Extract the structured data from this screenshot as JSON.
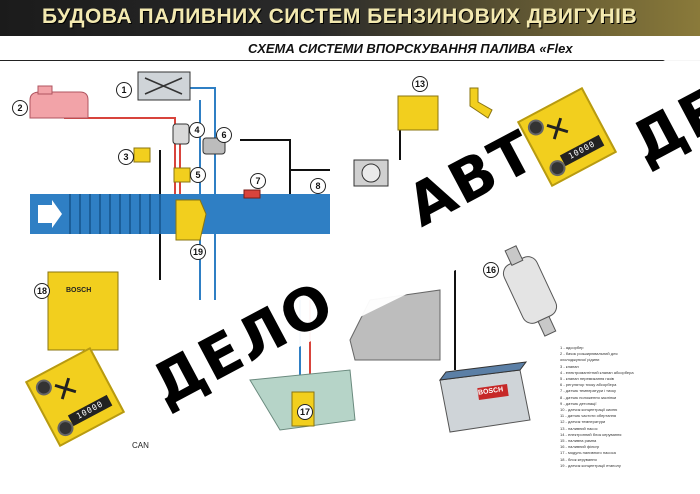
{
  "header": {
    "title": "БУДОВА ПАЛИВНИХ СИСТЕМ БЕНЗИНОВИХ ДВИГУНІВ",
    "subtitle": "СХЕМА СИСТЕМИ ВПОРСКУВАННЯ ПАЛИВА «Flex"
  },
  "component_numbers": [
    "1",
    "2",
    "3",
    "4",
    "5",
    "6",
    "7",
    "8",
    "13",
    "16",
    "17",
    "18",
    "19"
  ],
  "labels": {
    "bosch_ecu": "BOSCH",
    "bosch_battery": "BOSCH",
    "can": "CAN"
  },
  "legend": {
    "items": [
      "1 - адсорбер",
      "2 - бачок розширювальний для",
      "     охолоджуючої рідини",
      "3 - клапан",
      "4 - електромагнітний клапан абсорбера",
      "5 - клапан перемикання газів",
      "6 - регулятор тиску абсорбера",
      "7 - датчик температури і тиску",
      "8 - датчик положення заслінки",
      "9 - датчик детонації",
      "10 - датчик концентрації кисню",
      "11 - датчик частоти обертання",
      "12 - датчик температури",
      "13 - паливний насос",
      "14 - електронний блок керування",
      "15 - паливна рампа",
      "16 - паливний фільтр",
      "17 - модуль паливного насоса",
      "18 - блок керування",
      "19 - датчик концентрації етанолу"
    ]
  },
  "watermark": {
    "word_auto": "АВТО",
    "word_delo": "ДЕЛО",
    "counter": "10000"
  },
  "colors": {
    "header_bg": "#1b1b1b",
    "title_text": "#f3e9b0",
    "intake_blue": "#2f7fc4",
    "component_yellow": "#f2cf1e",
    "reservoir_pink": "#f2a3a8",
    "fuel_line_red": "#d8443c"
  }
}
